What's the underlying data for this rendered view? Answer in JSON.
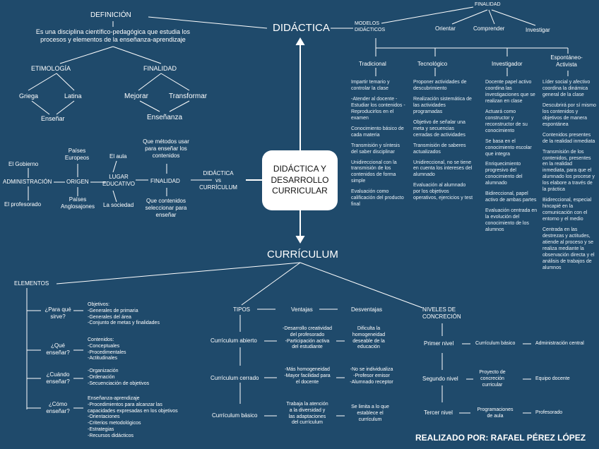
{
  "center": {
    "line1": "DIDÁCTICA Y",
    "line2": "DESARROLLO",
    "line3": "CURRICULAR"
  },
  "didactica": {
    "title": "DIDÁCTICA",
    "definicion": {
      "title": "DEFINICIÓN",
      "line1": "Es una disciplina científico-pedagógica que estudia los",
      "line2": "procesos y elementos de la enseñanza-aprendizaje"
    },
    "etimologia": {
      "title": "ETIMOLOGÍA",
      "griega": "Griega",
      "latina": "Latina",
      "ensenar": "Enseñar"
    },
    "finalidad": {
      "title": "FINALIDAD",
      "mejorar": "Mejorar",
      "transformar": "Transformar",
      "ensenanza": "Enseñanza"
    },
    "modelos": {
      "title1": "MODELOS",
      "title2": "DIDÁCTICOS",
      "finalidad": "FINALIDAD",
      "orientar": "Orientar",
      "comprender": "Comprender",
      "investigar": "Investigar",
      "tradicional": "Tradicional",
      "tecnologico": "Tecnológico",
      "investigador": "Investigador",
      "espontaneo1": "Espontáneo-",
      "espontaneo2": "Activista",
      "col_tradicional": [
        "Impartir temario y controlar la clase",
        "-Atender al docente -Estudiar los contenidos -Reproducirlos en el examen",
        "Conocimiento básico de cada materia",
        "Transmisión y síntesis del saber disciplinar",
        "Unidireccional con la transmisión de los contenidos de forma simple",
        "Evaluación como calificación del producto final"
      ],
      "col_tecnologico": [
        "Proponer actividades de descubrimiento",
        "Realización sistemática de las actividades programadas",
        "Objetivo de señalar una meta y secuencias cerradas de actividades",
        "Transmisión de saberes actualizados",
        "Unidireccional, no se tiene en cuenta los intereses del alumnado",
        "Evaluación al alumnado por los objetivos operativos, ejercicios y test"
      ],
      "col_investigador": [
        "Docente papel activo coordina las investigaciones que se realizan en clase",
        "Actuará como constructor y reconstructor de su conocimiento",
        "Se basa en el conocimiento escolar que integra",
        "Enriquecimiento progresivo del conocimiento del alumnado",
        "Bidireccional, papel activo de ambas partes",
        "Evaluación centrada en la evolución del conocimiento de los alumnos"
      ],
      "col_espontaneo": [
        "Líder social y afectivo coordina la dinámica general de la clase",
        "Descubrirá por sí mismo los contenidos y objetivos de manera espontánea",
        "Contenidos presentes de la realidad inmediata",
        "Transmisión de los contenidos, presentes en la realidad inmediata, para que el alumnado los procese y los elabore a través de la práctica",
        "Bidireccional, especial hincapié en la comunicación con el entorno y el medio",
        "Centrada en las destrezas y actitudes, atiende al proceso y se realiza mediante la observación directa y el análisis de trabajos de alumnos"
      ]
    }
  },
  "left": {
    "didactica_vs1": "DIDÁCTICA",
    "didactica_vs2": "vs",
    "didactica_vs3": "CURRÍCULUM",
    "finalidad": "FINALIDAD",
    "que_metodos1": "Que métodos usar",
    "que_metodos2": "para enseñar los",
    "que_metodos3": "contenidos",
    "que_contenidos1": "Que contenidos",
    "que_contenidos2": "seleccionar para",
    "que_contenidos3": "enseñar",
    "el_aula": "El aula",
    "lugar1": "LUGAR",
    "lugar2": "EDUCATIVO",
    "la_sociedad": "La sociedad",
    "origen": "ORIGEN",
    "paises_europeos1": "Países",
    "paises_europeos2": "Europeos",
    "paises_anglo1": "Países",
    "paises_anglo2": "Anglosajones",
    "administracion": "ADMINISTRACIÓN",
    "el_gobierno": "El Gobierno",
    "el_profesorado": "El profesorado"
  },
  "curriculum": {
    "title": "CURRÍCULUM",
    "elementos": "ELEMENTOS",
    "q1_1": "¿Para qué",
    "q1_2": "sirve?",
    "q2_1": "¿Qué",
    "q2_2": "enseñar?",
    "q3_1": "¿Cuándo",
    "q3_2": "enseñar?",
    "q4_1": "¿Cómo",
    "q4_2": "enseñar?",
    "a1": [
      "Objetivos:",
      "-Generales de primaria",
      "-Generales del área",
      "-Conjunto de metas y finalidades"
    ],
    "a2": [
      "Contenidos:",
      "-Conceptuales",
      "-Procedimentales",
      "-Actitudinales"
    ],
    "a3": [
      "-Organización",
      "-Ordenación",
      "-Secuenciación de objetivos"
    ],
    "a4": [
      "Enseñanza-aprendizaje",
      "-Procedimientos para alcanzar las",
      "capacidades expresadas en los objetivos",
      "-Orientaciones",
      "-Criterios metodológicos",
      "-Estrategias",
      "-Recursos didácticos"
    ],
    "tipos": "TIPOS",
    "ventajas": "Ventajas",
    "desventajas": "Desventajas",
    "abierto": "Currículum abierto",
    "cerrado": "Currículum cerrado",
    "basico": "Currículum básico",
    "v_abierto": [
      "-Desarrollo creatividad",
      "del profesorado",
      "-Participación activa",
      "del estudiante"
    ],
    "d_abierto": [
      "Dificulta la",
      "homogeneidad",
      "deseable de la",
      "educación"
    ],
    "v_cerrado": [
      "-Más homogeneidad",
      "-Mayor facilidad para",
      "el docente"
    ],
    "d_cerrado": [
      "-No se individualiza",
      "-Profesor emisor",
      "-Alumnado receptor"
    ],
    "v_basico": [
      "Trabaja la atención",
      "a la diversidad y",
      "las adaptaciones",
      "del currículum"
    ],
    "d_basico": [
      "Se limita a lo que",
      "establece el",
      "currículum"
    ],
    "niveles1": "NIVELES DE",
    "niveles2": "CONCRECIÓN",
    "primer": "Primer nivel",
    "segundo": "Segundo nivel",
    "tercer": "Tercer nivel",
    "primer_a": "Currículum básico",
    "primer_b": "Administración central",
    "segundo_a": [
      "Proyecto de",
      "concreción",
      "curricular"
    ],
    "segundo_b": "Equipo docente",
    "tercer_a": [
      "Programaciones",
      "de aula"
    ],
    "tercer_b": "Profesorado"
  },
  "footer": "REALIZADO POR: RAFAEL PÉREZ LÓPEZ"
}
